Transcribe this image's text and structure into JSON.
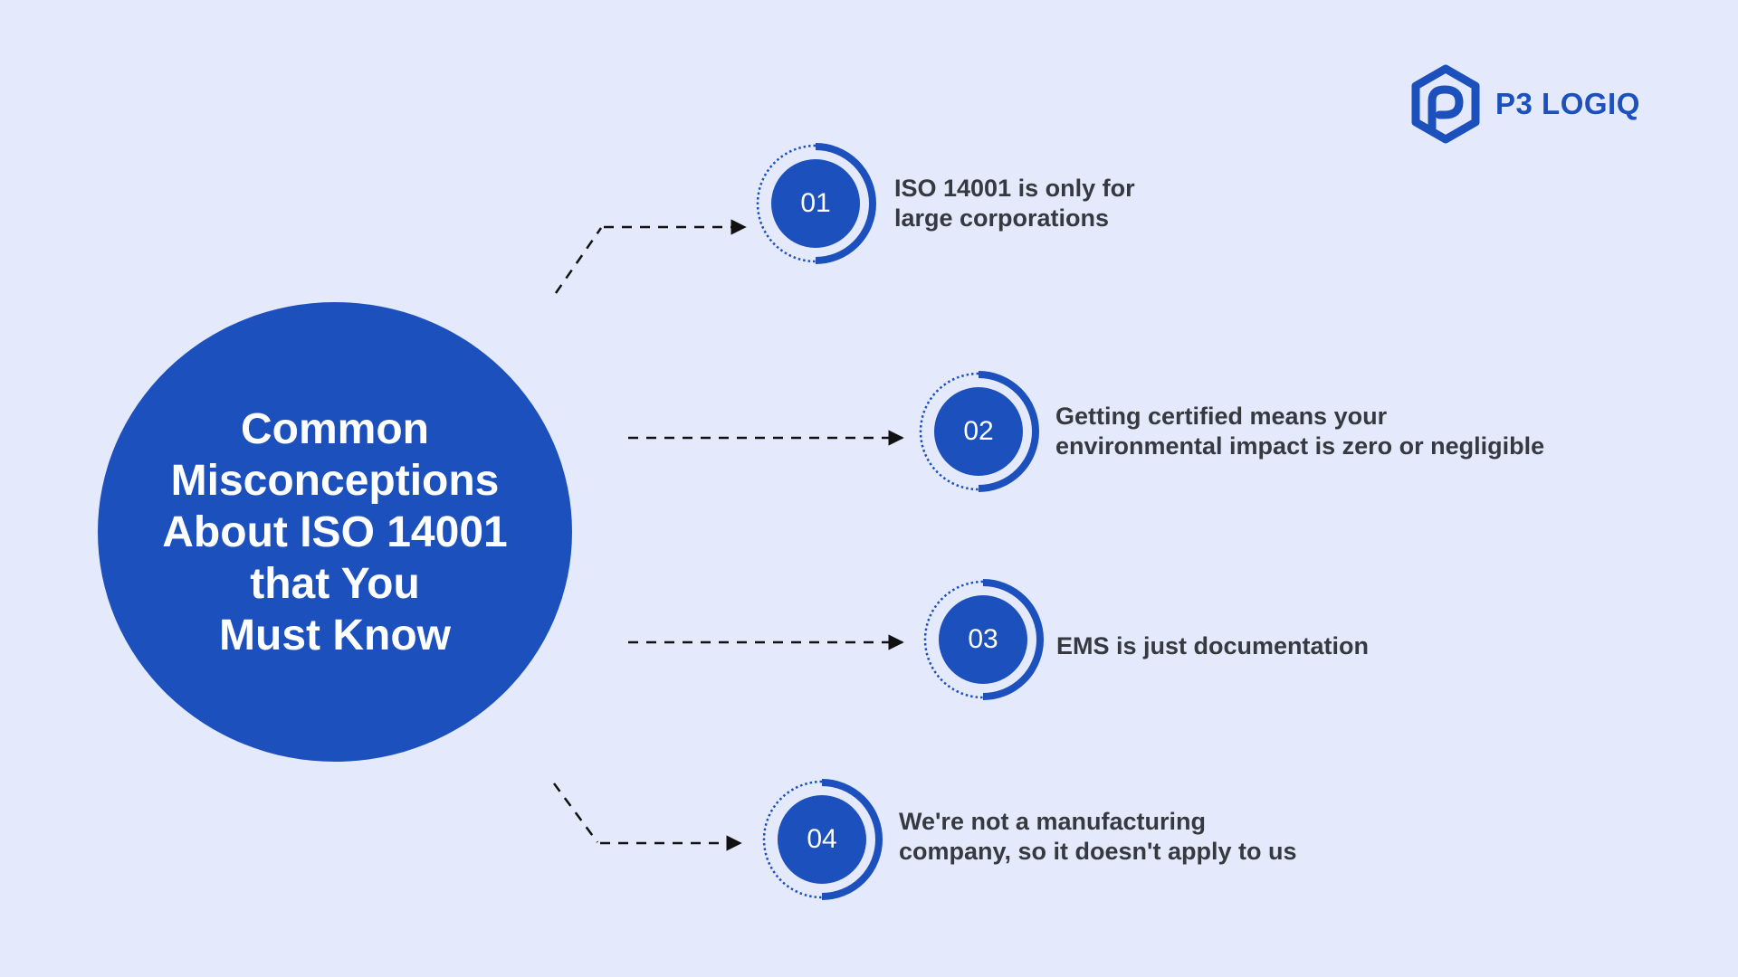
{
  "colors": {
    "background": "#E4E9FC",
    "primary": "#1C50BC",
    "text": "#363A40",
    "connector": "#111111"
  },
  "logo": {
    "icon": "p3-logiq-hexagon-icon",
    "text": "P3 LOGIQ"
  },
  "hub": {
    "title_lines": [
      "Common",
      "Misconceptions",
      "About ISO 14001",
      "that You",
      "Must Know"
    ]
  },
  "items": [
    {
      "number": "01",
      "lines": [
        "ISO 14001 is only for",
        "large corporations"
      ]
    },
    {
      "number": "02",
      "lines": [
        "Getting certified means your",
        "environmental impact is zero or negligible"
      ]
    },
    {
      "number": "03",
      "lines": [
        "EMS is just documentation"
      ]
    },
    {
      "number": "04",
      "lines": [
        "We're not a manufacturing",
        "company, so it doesn't apply to us"
      ]
    }
  ]
}
